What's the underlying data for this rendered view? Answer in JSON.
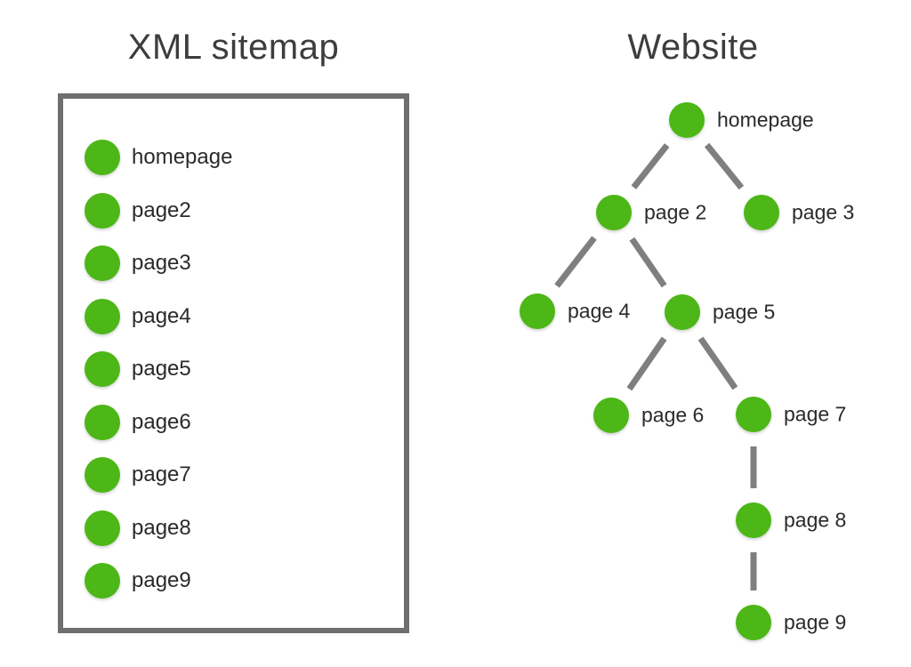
{
  "colors": {
    "node_green": "#4cb716",
    "edge_gray": "#7f7f7f",
    "box_border_gray": "#6f6f6f",
    "title_text": "#3d3d3d",
    "label_text": "#2a2a2a",
    "background": "#ffffff"
  },
  "sitemap": {
    "title": "XML sitemap",
    "items": [
      "homepage",
      "page2",
      "page3",
      "page4",
      "page5",
      "page6",
      "page7",
      "page8",
      "page9"
    ]
  },
  "website": {
    "title": "Website",
    "nodes": [
      {
        "id": "homepage",
        "label": "homepage"
      },
      {
        "id": "page2",
        "label": "page 2"
      },
      {
        "id": "page3",
        "label": "page 3"
      },
      {
        "id": "page4",
        "label": "page 4"
      },
      {
        "id": "page5",
        "label": "page 5"
      },
      {
        "id": "page6",
        "label": "page 6"
      },
      {
        "id": "page7",
        "label": "page 7"
      },
      {
        "id": "page8",
        "label": "page 8"
      },
      {
        "id": "page9",
        "label": "page 9"
      }
    ],
    "edges": [
      [
        "homepage",
        "page2"
      ],
      [
        "homepage",
        "page3"
      ],
      [
        "page2",
        "page4"
      ],
      [
        "page2",
        "page5"
      ],
      [
        "page5",
        "page6"
      ],
      [
        "page5",
        "page7"
      ],
      [
        "page7",
        "page8"
      ],
      [
        "page8",
        "page9"
      ]
    ]
  }
}
